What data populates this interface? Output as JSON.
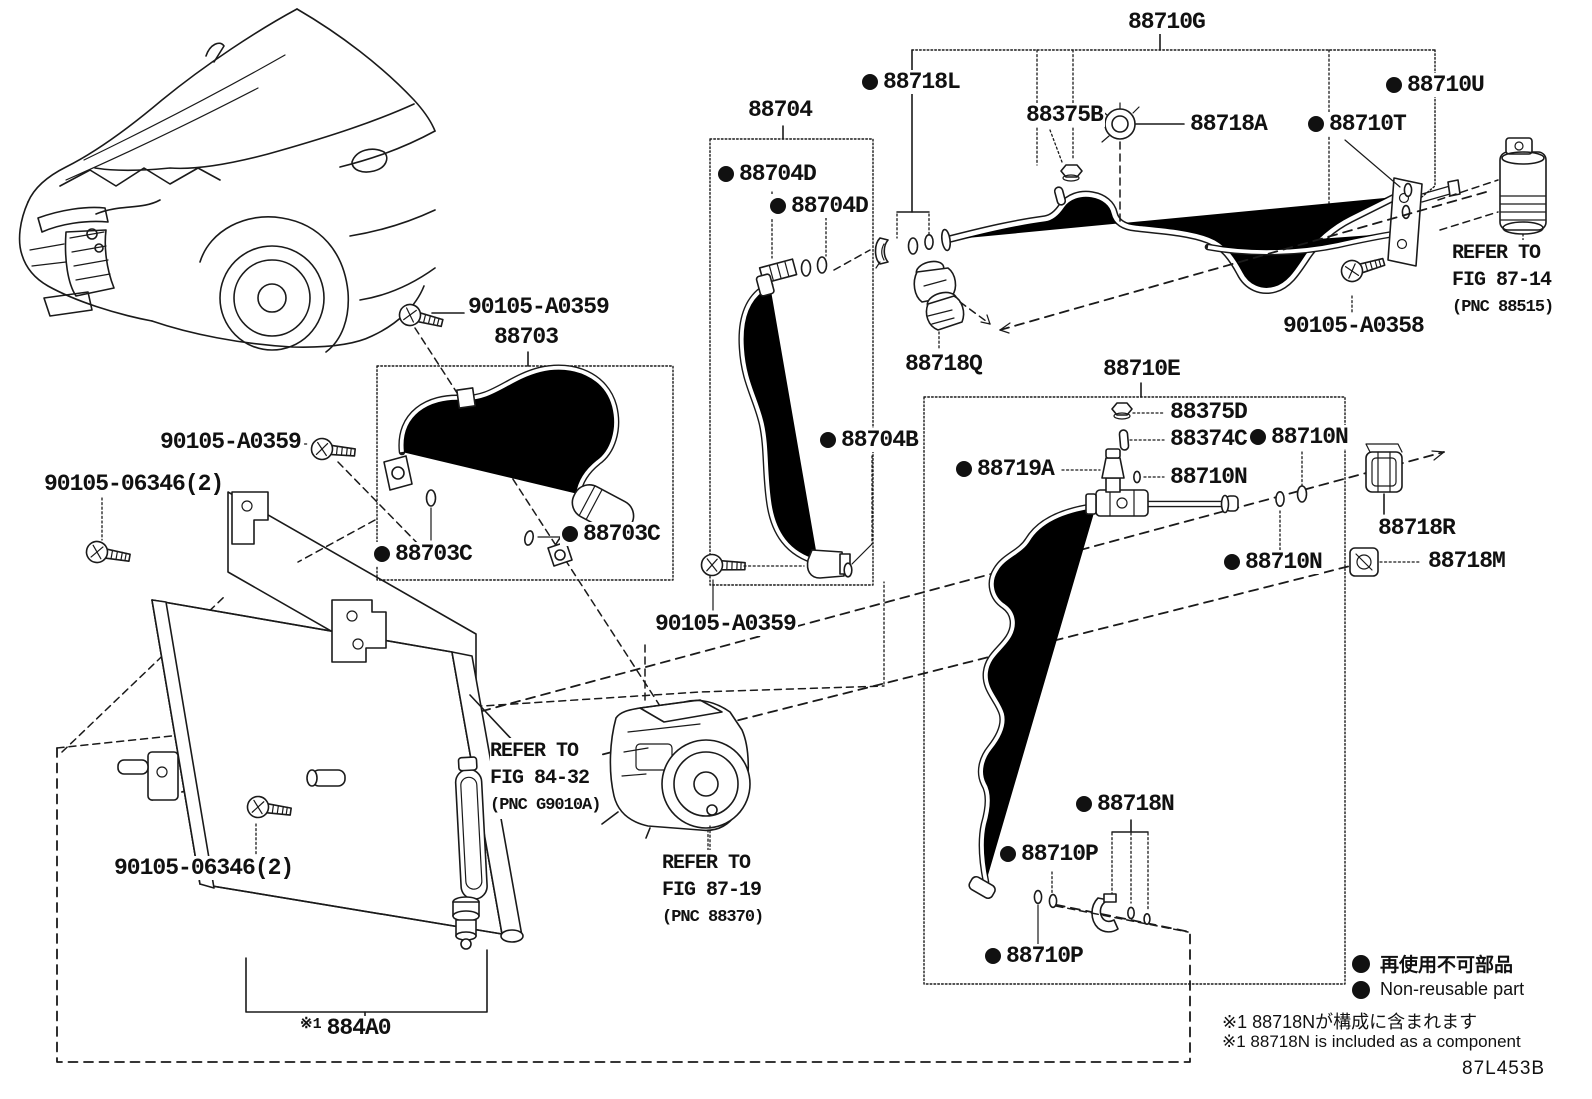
{
  "drawing_code": "87L453B",
  "colors": {
    "line": "#1a1a1a",
    "background": "#ffffff",
    "marker": "#111111"
  },
  "labels": {
    "p88710G": "88710G",
    "p88718L": "88718L",
    "p88704": "88704",
    "p88704D_1": "88704D",
    "p88704D_2": "88704D",
    "p88375B": "88375B",
    "p88718A": "88718A",
    "p88710U": "88710U",
    "p88710T": "88710T",
    "p90105A0358": "90105-A0358",
    "p88718Q": "88718Q",
    "p88710E": "88710E",
    "p88375D": "88375D",
    "p88374C": "88374C",
    "p88710N_top": "88710N",
    "p88719A": "88719A",
    "p88710N_mid": "88710N",
    "p88710N_low": "88710N",
    "p88718N": "88718N",
    "p88710P_up": "88710P",
    "p88710P_low": "88710P",
    "p88718R": "88718R",
    "p88718M": "88718M",
    "p88704B": "88704B",
    "p90105A0359_left": "90105-A0359",
    "p90105A0359_top": "90105-A0359",
    "p90105A0359_mid": "90105-A0359",
    "p88703": "88703",
    "p88703C_1": "88703C",
    "p88703C_2": "88703C",
    "p9010506346_1": "90105-06346(2)",
    "p9010506346_2": "90105-06346(2)",
    "p884A0_prefix": "※1",
    "p884A0": "884A0"
  },
  "refs": {
    "fig8714": {
      "line1": "REFER TO",
      "line2": "FIG 87-14",
      "line3": "(PNC 88515)"
    },
    "fig8432": {
      "line1": "REFER TO",
      "line2": "FIG 84-32",
      "line3": "(PNC G9010A)"
    },
    "fig8719": {
      "line1": "REFER TO",
      "line2": "FIG 87-19",
      "line3": "(PNC 88370)"
    }
  },
  "legend": {
    "non_reusable_jp": "再使用不可部品",
    "non_reusable_en": "Non-reusable part"
  },
  "notes": {
    "component_jp": "※1 88718Nが構成に含まれます",
    "component_en": "※1 88718N is included as a component"
  }
}
